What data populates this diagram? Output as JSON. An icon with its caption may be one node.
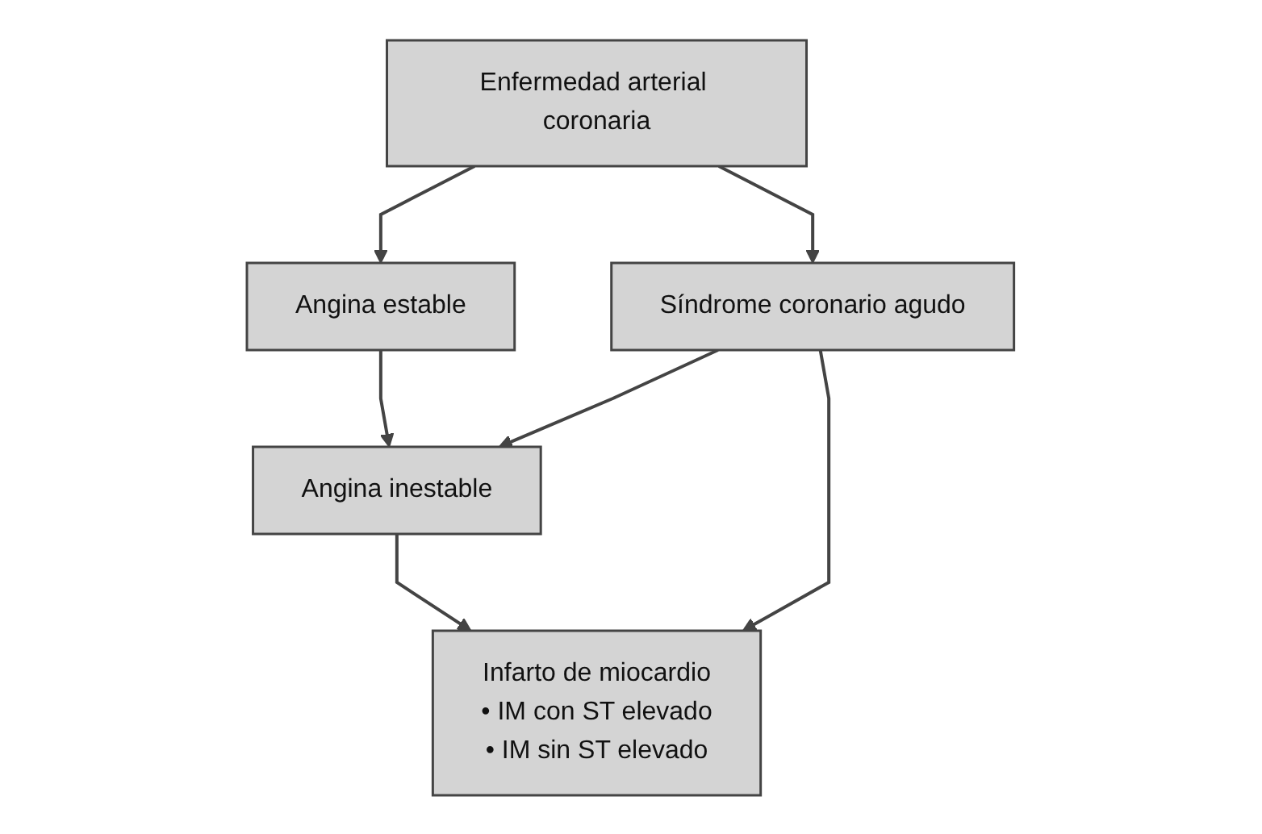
{
  "diagram": {
    "nodes": [
      {
        "text": [
          "Enfermedad arterial coronaria"
        ]
      },
      {
        "text": [
          "Angina estable"
        ]
      },
      {
        "text": [
          "Síndrome coronario agudo"
        ]
      },
      {
        "text": [
          "Angina inestable"
        ]
      },
      {
        "text": [
          "Infarto de miocardio",
          "• IM con ST elevado",
          "• IM sin ST elevado"
        ]
      }
    ],
    "edges": [
      {
        "from": 0,
        "to": 1,
        "arrow": "to"
      },
      {
        "from": 0,
        "to": 2,
        "arrow": "to"
      },
      {
        "from": 1,
        "to": 3,
        "arrow": "to"
      },
      {
        "from": 2,
        "to": 3,
        "arrow": "to"
      },
      {
        "from": 2,
        "to": 4,
        "arrow": "to"
      },
      {
        "from": 3,
        "to": 4,
        "arrow": "to"
      }
    ]
  }
}
